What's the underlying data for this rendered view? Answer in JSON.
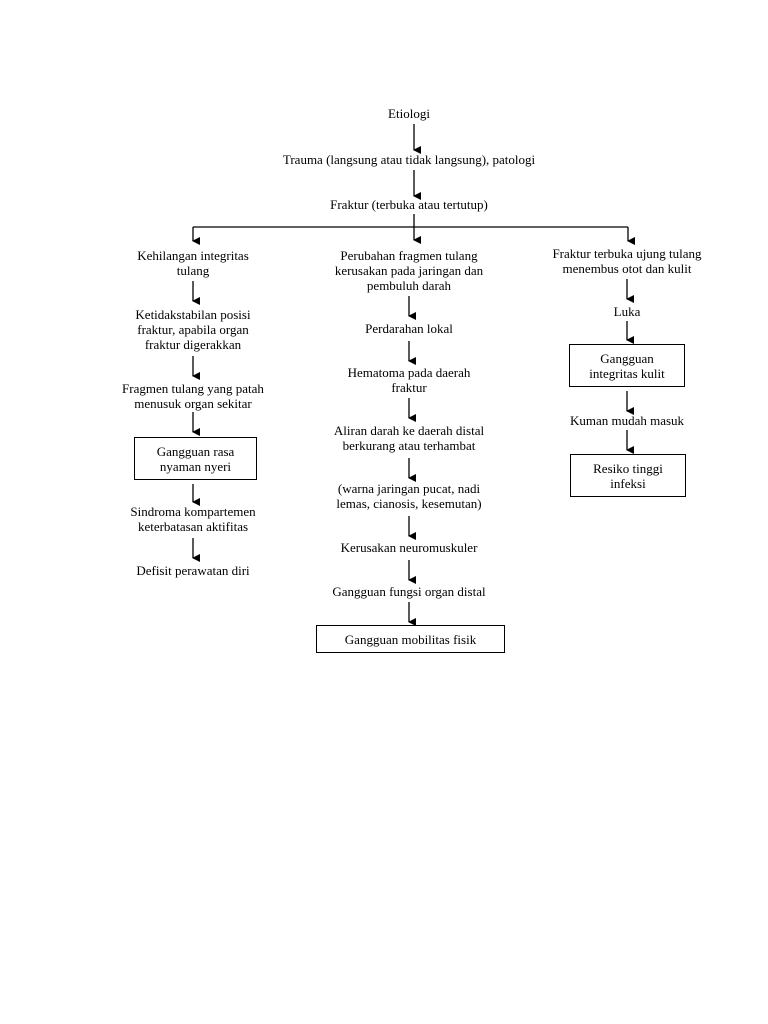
{
  "top": {
    "etiologi": "Etiologi",
    "trauma": "Trauma (langsung atau tidak langsung), patologi",
    "fraktur": "Fraktur (terbuka atau tertutup)"
  },
  "left": {
    "n1": [
      "Kehilangan integritas",
      "tulang"
    ],
    "n2": [
      "Ketidakstabilan posisi",
      "fraktur, apabila organ",
      "fraktur digerakkan"
    ],
    "n3": [
      "Fragmen tulang yang patah",
      "menusuk organ sekitar"
    ],
    "box1": [
      "Gangguan rasa",
      "nyaman nyeri"
    ],
    "n4": [
      "Sindroma kompartemen",
      "keterbatasan aktifitas"
    ],
    "n5": "Defisit perawatan diri"
  },
  "center": {
    "n1": [
      "Perubahan fragmen tulang",
      "kerusakan pada jaringan dan",
      "pembuluh darah"
    ],
    "n2": "Perdarahan lokal",
    "n3": [
      "Hematoma pada daerah",
      "fraktur"
    ],
    "n4": [
      "Aliran darah ke daerah distal",
      "berkurang atau terhambat"
    ],
    "n5": [
      "(warna jaringan pucat, nadi",
      "lemas, cianosis, kesemutan)"
    ],
    "n6": "Kerusakan neuromuskuler",
    "n7": "Gangguan fungsi organ distal",
    "box1": "Gangguan mobilitas fisik"
  },
  "right": {
    "n1": [
      "Fraktur terbuka ujung tulang",
      "menembus otot dan kulit"
    ],
    "n2": "Luka",
    "box1": [
      "Gangguan",
      "integritas kulit"
    ],
    "n3": "Kuman mudah masuk",
    "box2": [
      "Resiko tinggi",
      "infeksi"
    ]
  }
}
